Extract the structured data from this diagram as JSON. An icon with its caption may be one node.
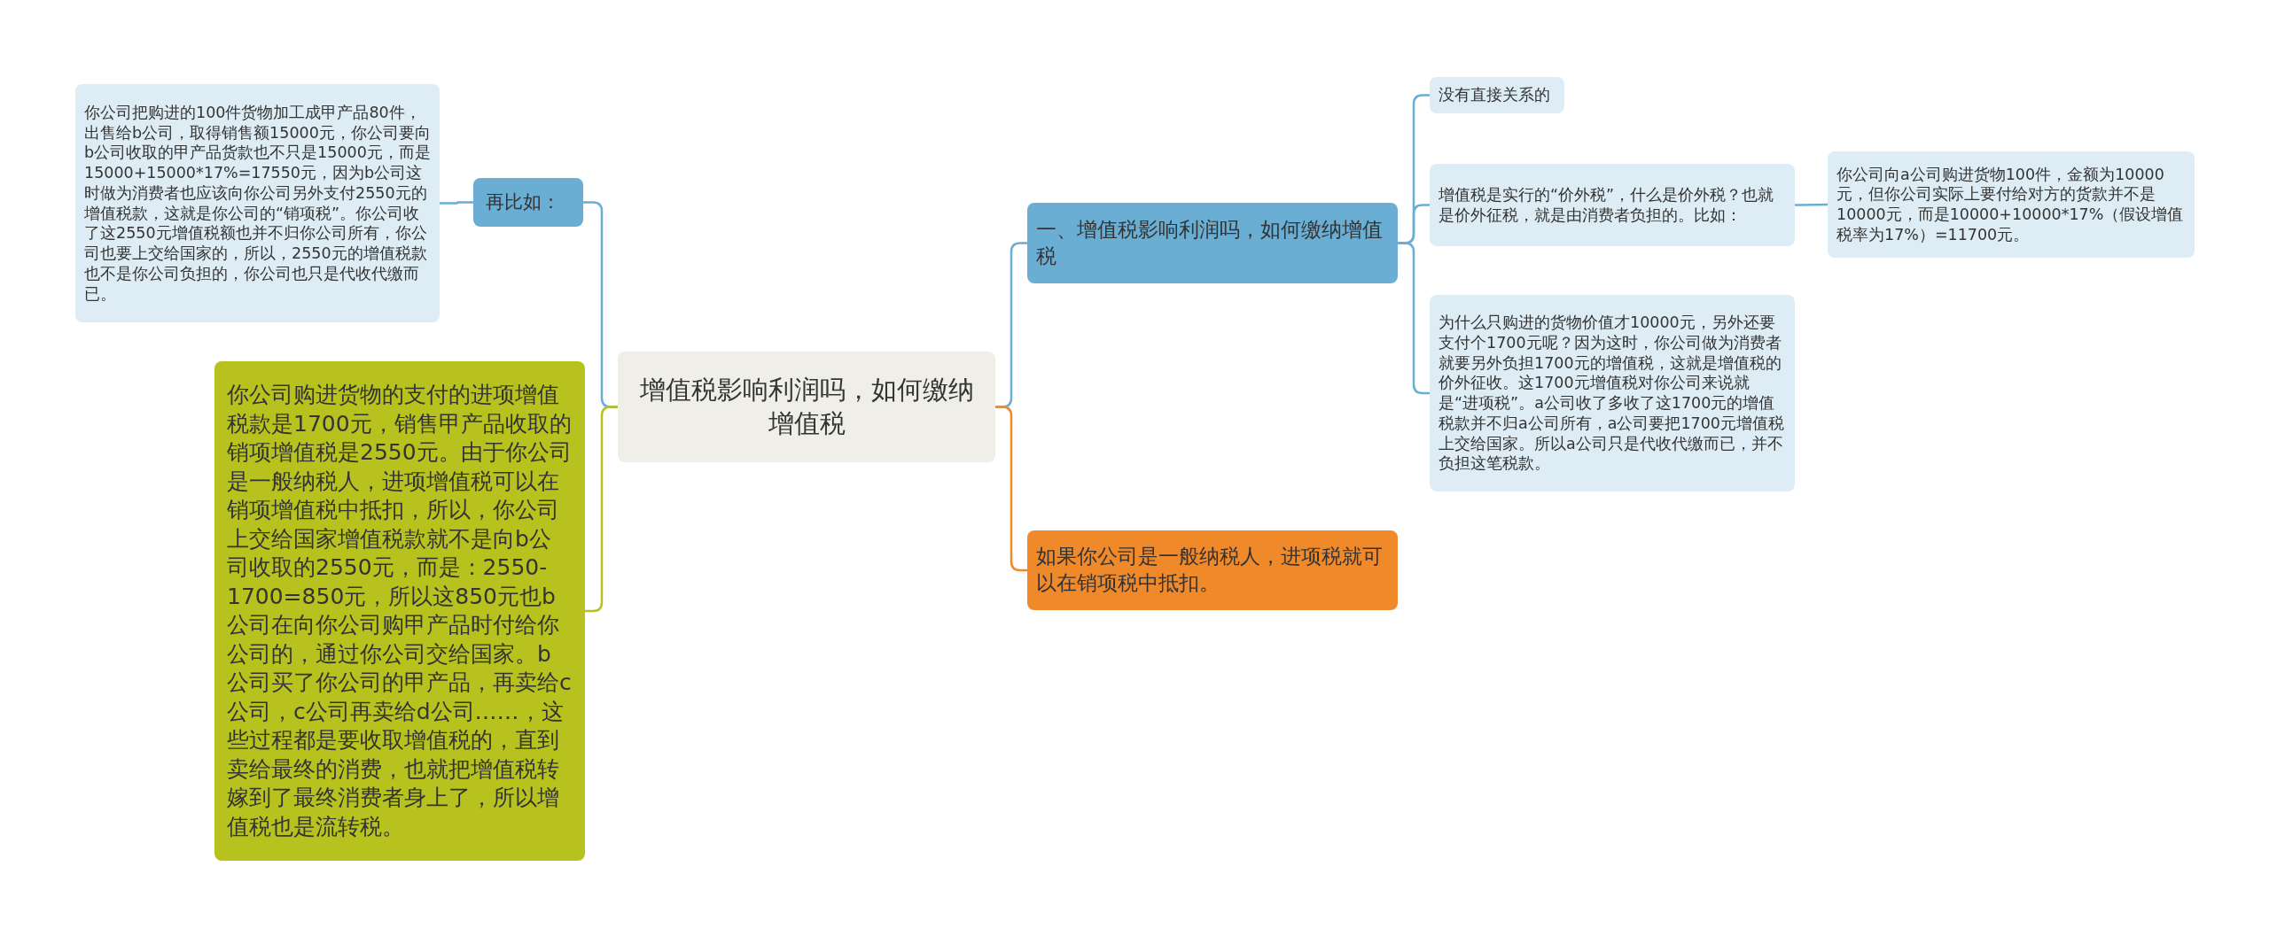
{
  "diagram": {
    "nodes": [
      {
        "text": [
          "增值税影响利润吗，如何缴纳增值税"
        ]
      },
      {
        "text": [
          "再比如："
        ]
      },
      {
        "text": [
          "你公司把购进的100件货物加工成甲产品80件，出售给b公司，取得销售额15000元，你公司要向b公司收取的甲产品货款也不只是15000元，而是15000+15000*17%=17550元，因为b公司这时做为消费者也应该向你公司另外支付2550元的增值税款，这就是你公司的“销项税”。你公司收了这2550元增值税额也并不归你公司所有，你公司也要上交给国家的，所以，2550元的增值税款也不是你公司负担的，你公司也只是代收代缴而已。"
        ]
      },
      {
        "text": [
          "你公司购进货物的支付的进项增值税款是1700元，销售甲产品收取的销项增值税是2550元。由于你公司是一般纳税人，进项增值税可以在销项增值税中抵扣，所以，你公司上交给国家增值税款就不是向b公司收取的2550元，而是：2550-1700=850元，所以这850元也b公司在向你公司购甲产品时付给你公司的，通过你公司交给国家。b公司买了你公司的甲产品，再卖给c公司，c公司再卖给d公司……，这些过程都是要收取增值税的，直到卖给最终的消费，也就把增值税转嫁到了最终消费者身上了，所以增值税也是流转税。"
        ]
      },
      {
        "text": [
          "一、增值税影响利润吗，如何缴纳增值税"
        ]
      },
      {
        "text": [
          "如果你公司是一般纳税人，进项税就可以在销项税中抵扣。"
        ]
      },
      {
        "text": [
          "没有直接关系的"
        ]
      },
      {
        "text": [
          "增值税是实行的“价外税”，什么是价外税？也就是价外征税，就是由消费者负担的。比如："
        ]
      },
      {
        "text": [
          "为什么只购进的货物价值才10000元，另外还要支付个1700元呢？因为这时，你公司做为消费者就要另外负担1700元的增值税，这就是增值税的价外征收。这1700元增值税对你公司来说就是“进项税”。a公司收了多收了这1700元的增值税款并不归a公司所有，a公司要把1700元增值税上交给国家。所以a公司只是代收代缴而已，并不负担这笔税款。"
        ]
      },
      {
        "text": [
          "你公司向a公司购进货物100件，金额为10000元，但你公司实际上要付给对方的货款并不是10000元，而是10000+10000*17%（假设增值税率为17%）=11700元。"
        ]
      }
    ],
    "edges": [
      {
        "from": 0,
        "to": 1,
        "arrow": "none"
      },
      {
        "from": 1,
        "to": 2,
        "arrow": "none"
      },
      {
        "from": 0,
        "to": 3,
        "arrow": "none",
        "color": "#b5c21c"
      },
      {
        "from": 0,
        "to": 4,
        "arrow": "none"
      },
      {
        "from": 0,
        "to": 5,
        "arrow": "none",
        "color": "#f0892a"
      },
      {
        "from": 4,
        "to": 6,
        "arrow": "none"
      },
      {
        "from": 4,
        "to": 7,
        "arrow": "none"
      },
      {
        "from": 4,
        "to": 8,
        "arrow": "none"
      },
      {
        "from": 7,
        "to": 9,
        "arrow": "none"
      }
    ]
  }
}
